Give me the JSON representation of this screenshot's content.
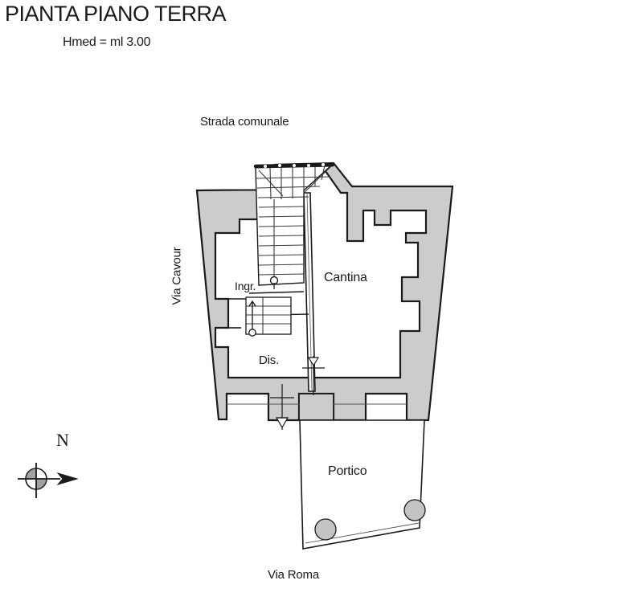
{
  "drawing": {
    "title": "PIANTA PIANO TERRA",
    "subtitle": "Hmed = ml 3.00",
    "type": "architectural-floor-plan",
    "background_color": "#ffffff",
    "wall_fill_color": "#cccccc",
    "line_color": "#1a1a1a",
    "column_fill_color": "#c4c4c4"
  },
  "streets": {
    "north": "Strada comunale",
    "west": "Via Cavour",
    "south": "Via Roma"
  },
  "rooms": [
    {
      "id": "cantina",
      "label": "Cantina"
    },
    {
      "id": "ingresso",
      "label": "Ingr."
    },
    {
      "id": "disimpegno",
      "label": "Dis."
    },
    {
      "id": "portico",
      "label": "Portico"
    }
  ],
  "compass": {
    "label": "N",
    "icon": "north-arrow-icon"
  },
  "features": {
    "main_staircase": "stair-run-icon",
    "secondary_staircase": "stair-run-small-icon",
    "portico_columns": 2,
    "door_openings": 2
  }
}
